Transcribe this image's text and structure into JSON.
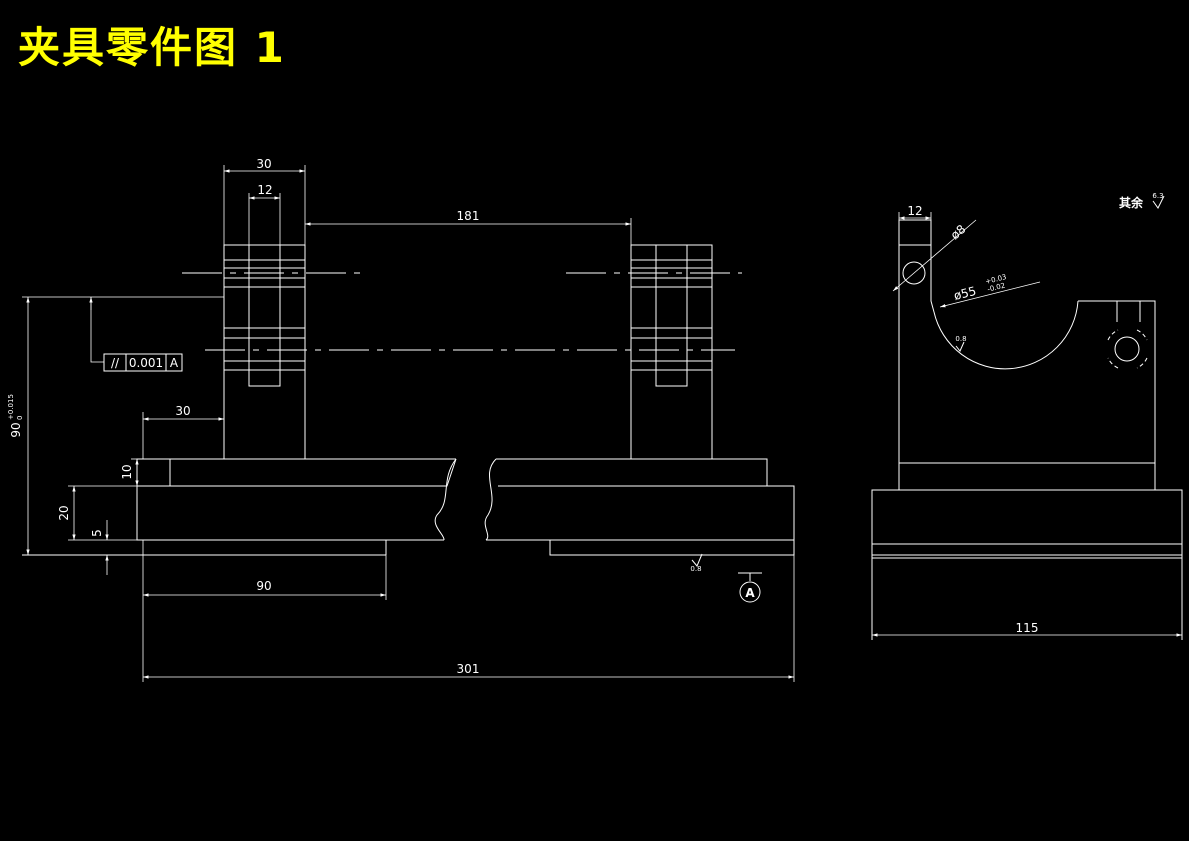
{
  "title": "夹具零件图 1",
  "colors": {
    "background": "#000000",
    "lines": "#ffffff",
    "title": "#ffff00"
  },
  "front_view": {
    "dims": {
      "upright_width": "30",
      "slot_width": "12",
      "upright_spacing": "181",
      "offset_left": "30",
      "base_step": "10",
      "base_height": "20",
      "base_foot": "5",
      "foot_length": "90",
      "overall_length": "301"
    },
    "height_main": "90",
    "height_tol_upper": "+0.015",
    "height_tol_lower": "0",
    "tolerance_frame": {
      "symbol": "//",
      "value": "0.001",
      "datum": "A"
    },
    "datum_label": "A",
    "roughness": "0.8"
  },
  "side_view": {
    "dims": {
      "slot_width": "12",
      "base_width": "115"
    },
    "hole_dia": "ø8",
    "bore_dia": "ø55",
    "bore_tol_upper": "+0.03",
    "bore_tol_lower": "-0.02",
    "roughness": "0.8",
    "rest_label": "其余",
    "rest_roughness": "6.3"
  }
}
